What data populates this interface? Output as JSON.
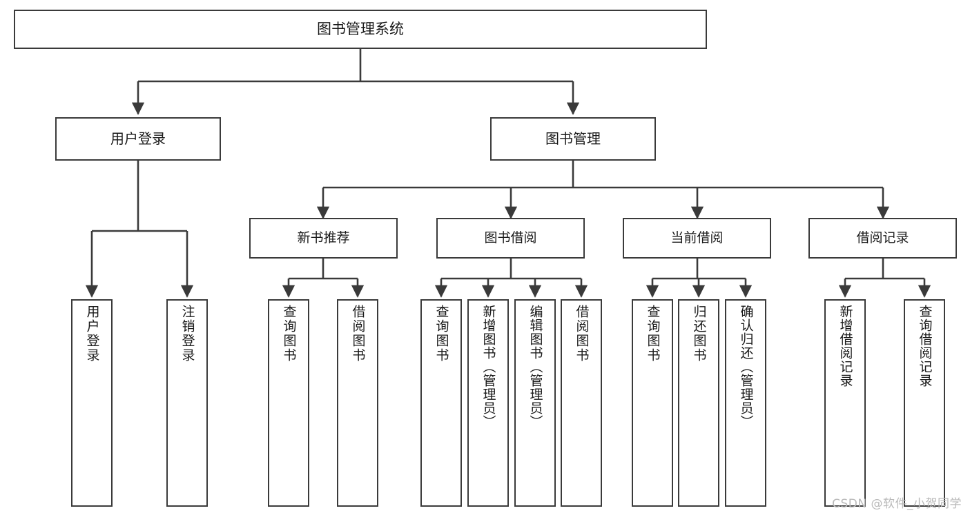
{
  "diagram": {
    "title": "图书管理系统",
    "type": "tree",
    "orientation": "top-down",
    "colors": {
      "box_border": "#3a3a3a",
      "box_fill": "#ffffff",
      "edge": "#3a3a3a",
      "text": "#1a1a1a",
      "watermark": "#b9b9b9"
    },
    "root": {
      "label": "图书管理系统"
    },
    "level2": [
      {
        "label": "用户登录"
      },
      {
        "label": "图书管理"
      }
    ],
    "level3": [
      {
        "label": "新书推荐"
      },
      {
        "label": "图书借阅"
      },
      {
        "label": "当前借阅"
      },
      {
        "label": "借阅记录"
      }
    ],
    "leaves": {
      "user_login": [
        {
          "label": "用户登录"
        },
        {
          "label": "注销登录"
        }
      ],
      "new_book_recommend": [
        {
          "label": "查询图书"
        },
        {
          "label": "借阅图书"
        }
      ],
      "book_borrow": [
        {
          "label": "查询图书"
        },
        {
          "label": "新增图书（管理员）"
        },
        {
          "label": "编辑图书（管理员）"
        },
        {
          "label": "借阅图书"
        }
      ],
      "current_borrow": [
        {
          "label": "查询图书"
        },
        {
          "label": "归还图书"
        },
        {
          "label": "确认归还（管理员）"
        }
      ],
      "borrow_record": [
        {
          "label": "新增借阅记录"
        },
        {
          "label": "查询借阅记录"
        }
      ]
    }
  },
  "watermark": {
    "text": "CSDN @软件_小贺同学"
  }
}
